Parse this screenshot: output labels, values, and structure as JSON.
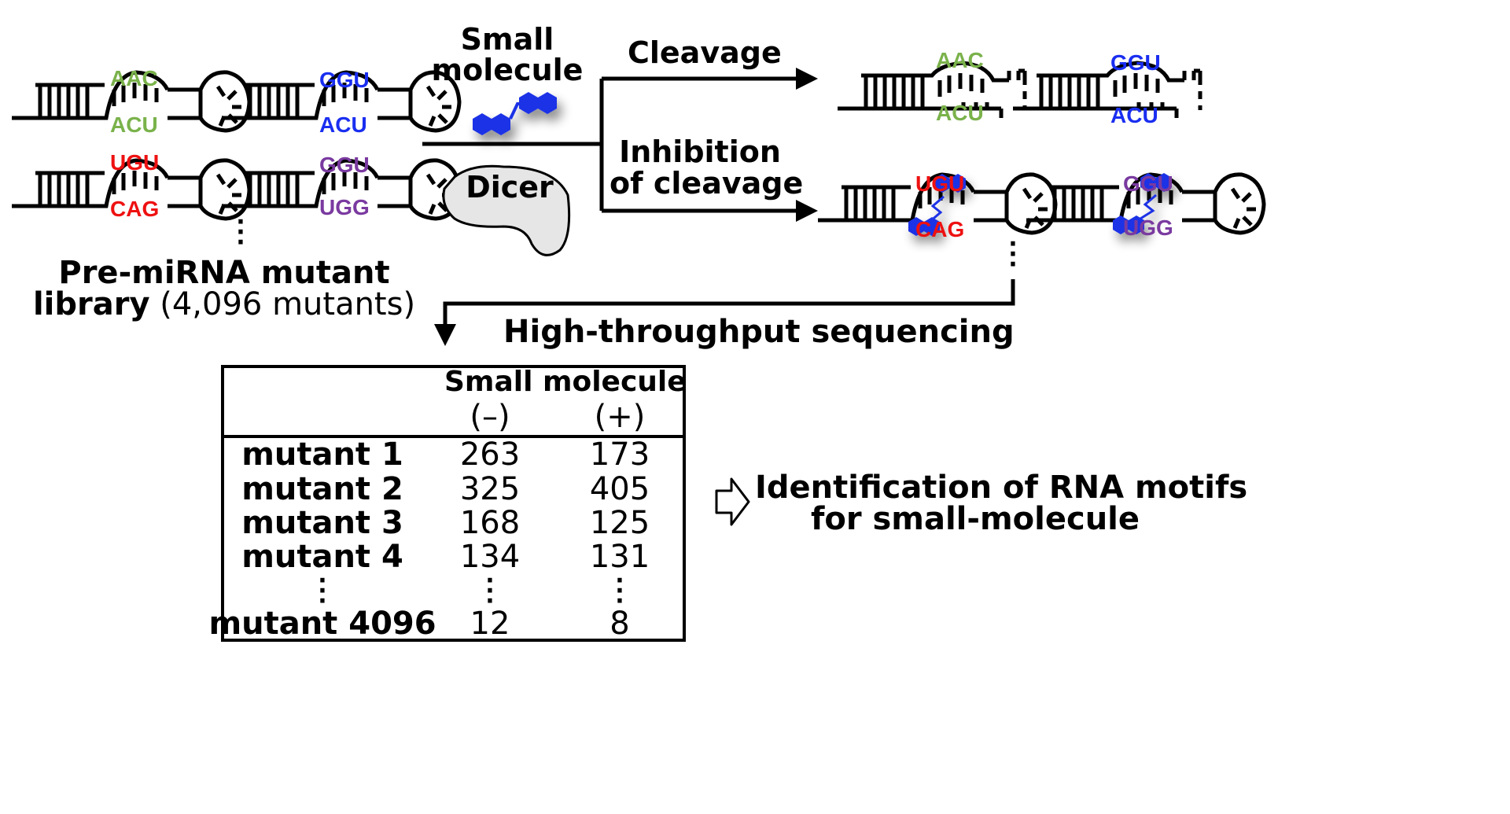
{
  "colors": {
    "green": "#7ab24b",
    "blue": "#1a2ef0",
    "red": "#ee1111",
    "purple": "#7a3aa0",
    "molecule": "#1f33e6",
    "dicer_fill": "#e6e6e6"
  },
  "library": {
    "mutants": [
      {
        "top": "AAC",
        "bottom": "ACU",
        "color": "#7ab24b"
      },
      {
        "top": "GGU",
        "bottom": "ACU",
        "color": "#1a2ef0"
      },
      {
        "top": "UGU",
        "bottom": "CAG",
        "color": "#ee1111"
      },
      {
        "top": "GGU",
        "bottom": "UGG",
        "color": "#7a3aa0"
      }
    ],
    "label_line1": "Pre-miRNA mutant",
    "label_line2_bold": "library",
    "label_line2_rest": " (4,096 mutants)"
  },
  "treatment": {
    "small_molecule_line1": "Small",
    "small_molecule_line2": "molecule",
    "dicer": "Dicer"
  },
  "paths": {
    "cleavage": "Cleavage",
    "inhibition_line1": "Inhibition",
    "inhibition_line2": "of cleavage",
    "sequencing": "High-throughput sequencing"
  },
  "cleaved": [
    {
      "top": "AAC",
      "bottom": "ACU",
      "color": "#7ab24b"
    },
    {
      "top": "GGU",
      "bottom": "ACU",
      "color": "#1a2ef0"
    }
  ],
  "inhibited": [
    {
      "top": "UGU",
      "bottom": "CAG",
      "color": "#ee1111"
    },
    {
      "top": "GGU",
      "bottom": "UGG",
      "color": "#7a3aa0"
    }
  ],
  "table": {
    "header": "Small molecule",
    "col_minus": "(–)",
    "col_plus": "(+)",
    "rows": [
      {
        "name": "mutant 1",
        "minus": "263",
        "plus": "173"
      },
      {
        "name": "mutant 2",
        "minus": "325",
        "plus": "405"
      },
      {
        "name": "mutant 3",
        "minus": "168",
        "plus": "125"
      },
      {
        "name": "mutant 4",
        "minus": "134",
        "plus": "131"
      }
    ],
    "last_row": {
      "name": "mutant 4096",
      "minus": "12",
      "plus": "8"
    }
  },
  "result": {
    "line1": "Identification of RNA motifs",
    "line2": "for small-molecule"
  }
}
